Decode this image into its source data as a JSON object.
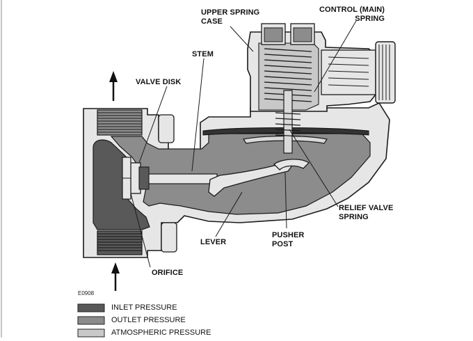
{
  "labels": {
    "upper_spring_case": "UPPER SPRING\nCASE",
    "control_spring": "CONTROL (MAIN)\nSPRING",
    "stem": "STEM",
    "valve_disk": "VALVE DISK",
    "relief_valve_spring": "RELIEF VALVE\nSPRING",
    "lever": "LEVER",
    "pusher_post": "PUSHER\nPOST",
    "orifice": "ORIFICE"
  },
  "figure_code": "E0908",
  "legend": [
    {
      "label": "INLET PRESSURE",
      "color": "#595959"
    },
    {
      "label": "OUTLET PRESSURE",
      "color": "#8c8c8c"
    },
    {
      "label": "ATMOSPHERIC PRESSURE",
      "color": "#c8c8c8"
    }
  ],
  "colors": {
    "inlet": "#595959",
    "outlet": "#8c8c8c",
    "atmospheric": "#c8c8c8",
    "body": "#e6e6e6",
    "outline": "#1a1a1a"
  }
}
